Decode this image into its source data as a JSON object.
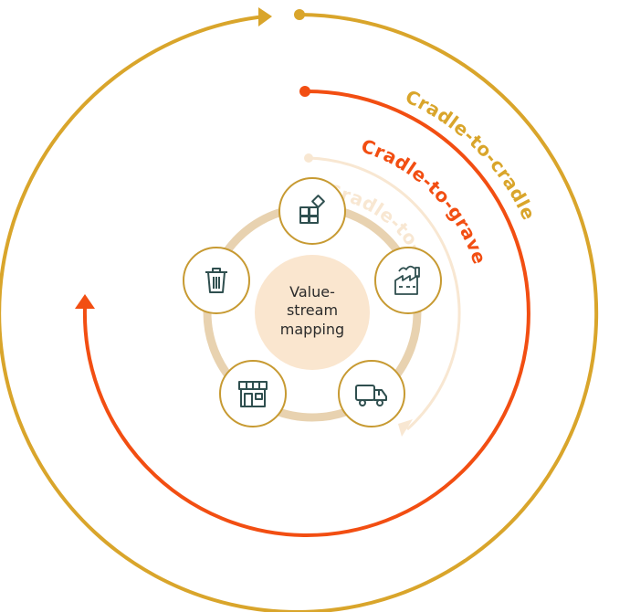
{
  "colors": {
    "cradle_to_cradle": "#d9a52b",
    "cradle_to_grave": "#f24e12",
    "cradle_to_gate": "#f8e7d2",
    "inner_ring": "#e8d2b0",
    "center_fill": "#fae6cf",
    "node_border": "#c79a32",
    "icon": "#2f4f4f"
  },
  "center": {
    "line1": "Value-",
    "line2": "stream",
    "line3": "mapping"
  },
  "loops": {
    "gate": "Cradle-to-gate",
    "grave": "Cradle-to-grave",
    "cradle": "Cradle-to-cradle"
  },
  "nodes": [
    {
      "icon": "materials-icon"
    },
    {
      "icon": "factory-icon"
    },
    {
      "icon": "truck-icon"
    },
    {
      "icon": "store-icon"
    },
    {
      "icon": "trash-icon"
    }
  ]
}
